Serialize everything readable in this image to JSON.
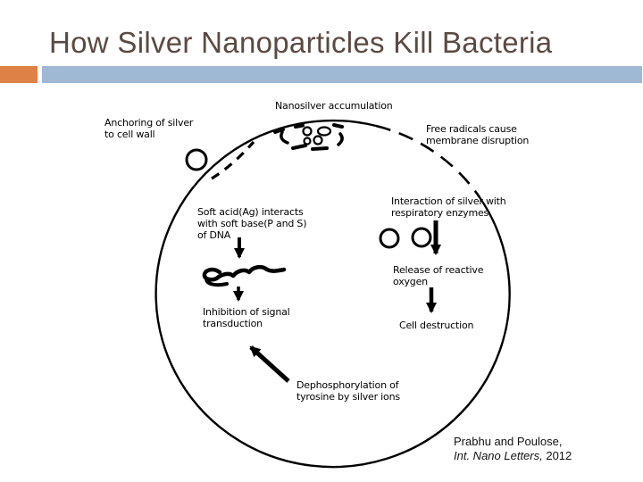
{
  "theme": {
    "background": "#ffffff",
    "title_color": "#5a4a42",
    "accent_orange": "#dd8147",
    "accent_blue": "#9fb8d3",
    "ink": "#000000"
  },
  "slide": {
    "title": "How Silver Nanoparticles Kill Bacteria"
  },
  "diagram": {
    "labels": {
      "nanosilver": {
        "lines": [
          "Nanosilver accumulation"
        ]
      },
      "anchoring": {
        "lines": [
          "Anchoring of silver",
          "to cell wall"
        ]
      },
      "free_radicals": {
        "lines": [
          "Free radicals cause",
          "membrane disruption"
        ]
      },
      "interaction": {
        "lines": [
          "Interaction of silver with",
          "respiratory enzymes"
        ]
      },
      "soft_acid": {
        "lines": [
          "Soft acid(Ag) interacts",
          "with soft base(P and S)",
          "of DNA"
        ]
      },
      "release": {
        "lines": [
          "Release of reactive",
          "oxygen"
        ]
      },
      "inhibition": {
        "lines": [
          "Inhibition of signal",
          "transduction"
        ]
      },
      "cell_destruction": {
        "lines": [
          "Cell destruction"
        ]
      },
      "dephosphorylation": {
        "lines": [
          "Dephosphorylation of",
          "tyrosine by silver ions"
        ]
      }
    },
    "citation": {
      "authors": "Prabhu and Poulose,",
      "journal_italic": "Int. Nano Letters,",
      "year": " 2012"
    }
  }
}
